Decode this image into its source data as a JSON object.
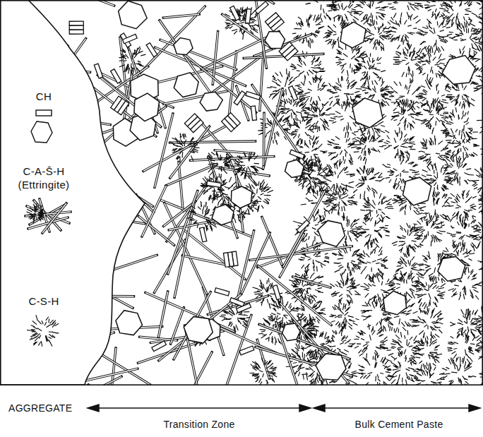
{
  "diagram": {
    "labels": [
      "AGGREGATE",
      "Transition Zone",
      "Bulk Cement Paste"
    ],
    "legend": [
      {
        "text": "CH"
      },
      {
        "text": "C-A-S̄-H (Ettringite)"
      },
      {
        "text": "C-S-H"
      }
    ]
  }
}
